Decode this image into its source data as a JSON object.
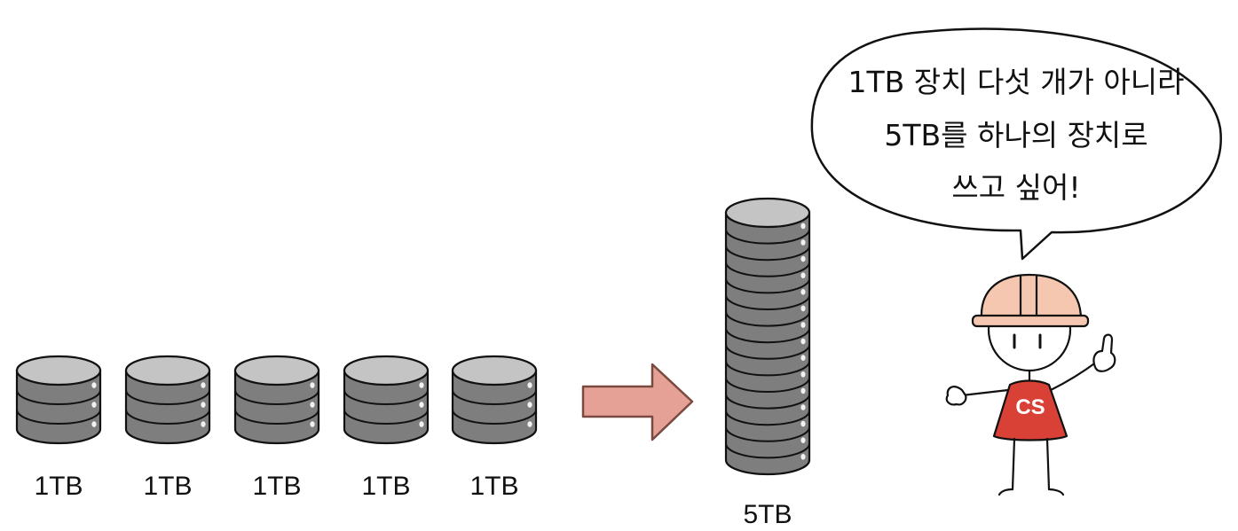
{
  "small_disks": [
    {
      "label": "1TB"
    },
    {
      "label": "1TB"
    },
    {
      "label": "1TB"
    },
    {
      "label": "1TB"
    },
    {
      "label": "1TB"
    }
  ],
  "big_disk": {
    "label": "5TB"
  },
  "speech_bubble": {
    "lines": [
      "1TB 장치 다섯 개가 아니라",
      "5TB를 하나의 장치로",
      "쓰고 싶어!"
    ]
  },
  "character": {
    "badge": "CS"
  },
  "colors": {
    "disk_body": "#7e7e7e",
    "disk_top": "#c4c4c4",
    "arrow": "#e5a196",
    "helmet": "#f5c7b0",
    "shirt": "#d94136"
  }
}
